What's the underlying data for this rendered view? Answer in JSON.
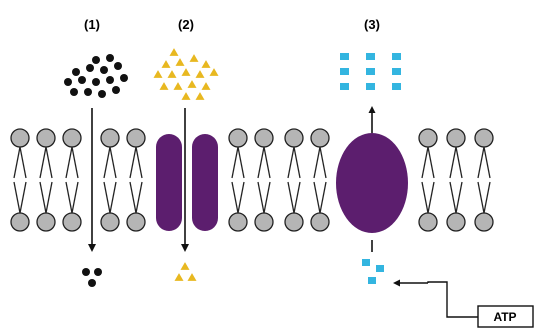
{
  "labels": {
    "passive_diffusion": "(1)",
    "channel_transport": "(2)",
    "active_transport": "(3)"
  },
  "atp_label": "ATP",
  "colors": {
    "molecule_set_1": "#111111",
    "molecule_set_2": "#e8b820",
    "molecule_set_3": "#33b5e0",
    "protein": "#5c1e6e",
    "phospholipid_head": "#b5b5b5",
    "outline": "#222222"
  },
  "icons": {
    "arrow": "arrow-icon",
    "phospholipid": "phospholipid-icon"
  }
}
